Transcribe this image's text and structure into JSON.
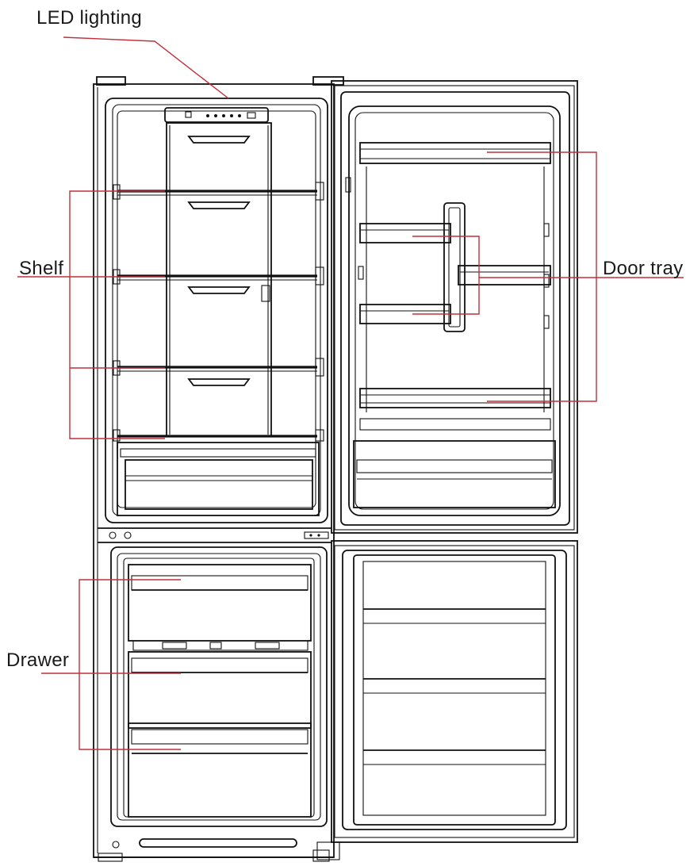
{
  "labels": {
    "led_lighting": "LED lighting",
    "shelf": "Shelf",
    "door_tray": "Door tray",
    "drawer": "Drawer"
  },
  "colors": {
    "line": "#111111",
    "leader": "#c0303a",
    "background": "#ffffff"
  }
}
